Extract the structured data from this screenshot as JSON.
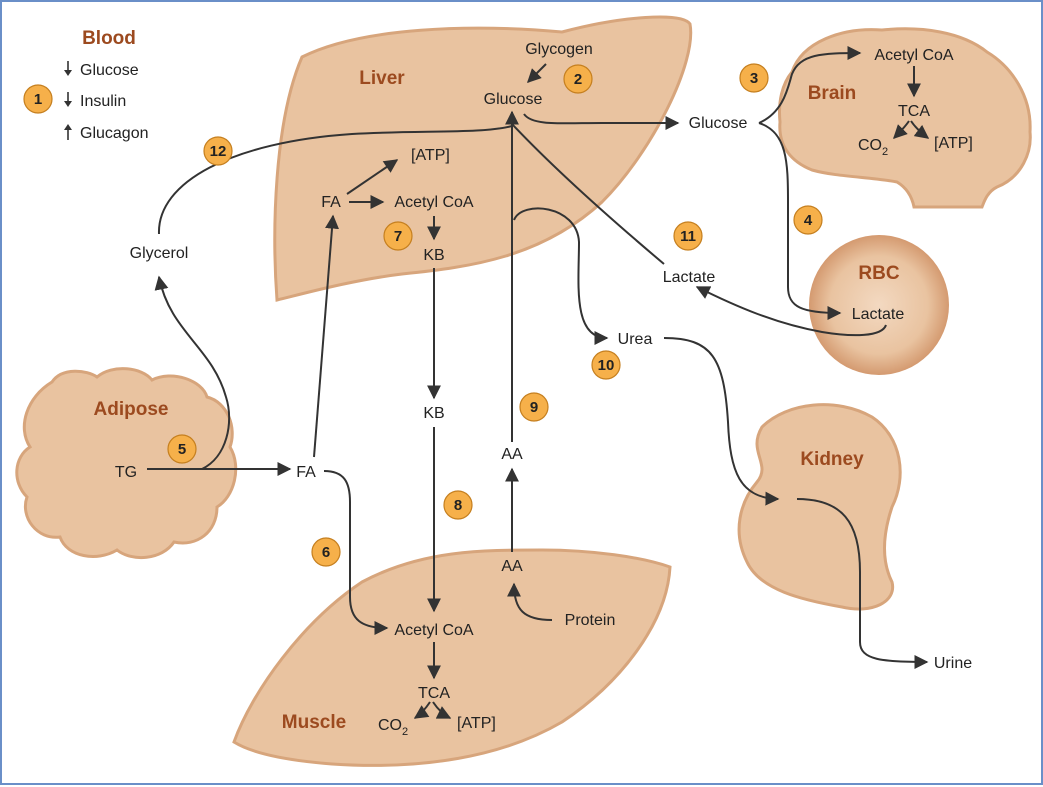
{
  "legend": {
    "title": "Blood",
    "items": [
      {
        "dir": "down",
        "label": "Glucose"
      },
      {
        "dir": "down",
        "label": "Insulin"
      },
      {
        "dir": "up",
        "label": "Glucagon"
      }
    ],
    "badge": "1"
  },
  "organs": {
    "liver": "Liver",
    "brain": "Brain",
    "rbc": "RBC",
    "adipose": "Adipose",
    "kidney": "Kidney",
    "muscle": "Muscle"
  },
  "labels": {
    "glycogen": "Glycogen",
    "glucose_liver": "Glucose",
    "glucose_blood": "Glucose",
    "acetyl_coa_brain": "Acetyl CoA",
    "tca_brain": "TCA",
    "co2_brain": "CO",
    "atp_brain": "[ATP]",
    "atp_liver": "[ATP]",
    "fa_liver": "FA",
    "acetyl_coa_liver": "Acetyl CoA",
    "kb_liver": "KB",
    "glycerol": "Glycerol",
    "lactate_blood": "Lactate",
    "lactate_rbc": "Lactate",
    "urea": "Urea",
    "kb_blood": "KB",
    "aa_blood": "AA",
    "tg": "TG",
    "fa_blood": "FA",
    "aa_muscle": "AA",
    "protein": "Protein",
    "acetyl_coa_muscle": "Acetyl CoA",
    "tca_muscle": "TCA",
    "co2_muscle": "CO",
    "atp_muscle": "[ATP]",
    "urine": "Urine",
    "sub2": "2"
  },
  "badges": [
    "2",
    "3",
    "4",
    "5",
    "6",
    "7",
    "8",
    "9",
    "10",
    "11",
    "12"
  ],
  "colors": {
    "organ_fill": "#e9c3a0",
    "organ_edge": "#d7a57c",
    "organ_label": "#9c4a1f",
    "badge_fill": "#f6b04a",
    "frame": "#6a8fc8",
    "line": "#333333"
  }
}
